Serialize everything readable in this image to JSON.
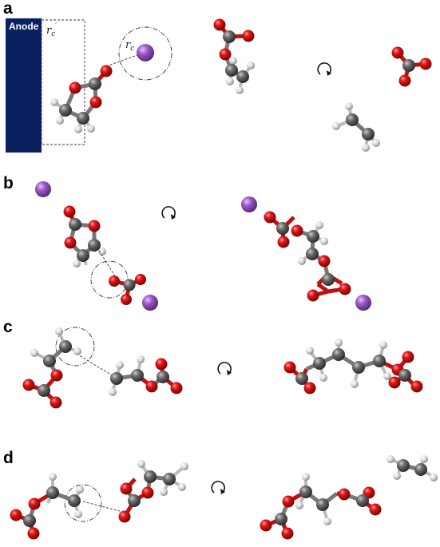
{
  "panels": [
    {
      "label": "a"
    },
    {
      "label": "b"
    },
    {
      "label": "c"
    },
    {
      "label": "d"
    }
  ],
  "anode": {
    "label": "Anode"
  },
  "radii": {
    "rc_prime": {
      "base": "r",
      "sub": "c",
      "prime": "′"
    },
    "rc": {
      "base": "r",
      "sub": "c"
    }
  },
  "colors": {
    "anode": "#0b2060",
    "oxygen": "#cc1111",
    "carbon": "#666666",
    "hydrogen": "#e8e8e8",
    "lithium": "#9b59c6"
  },
  "icons": {
    "reaction_arrow": "curved-arrow-icon"
  }
}
